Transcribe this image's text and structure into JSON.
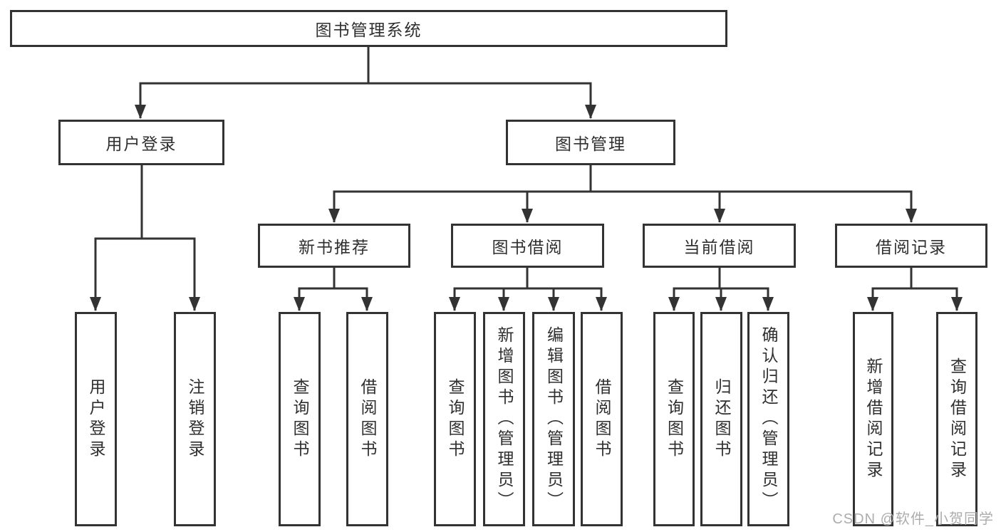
{
  "tree": {
    "root": {
      "label": "图书管理系统"
    },
    "branches": [
      {
        "label": "用户登录",
        "children": [
          {
            "label": "用户登录"
          },
          {
            "label": "注销登录"
          }
        ]
      },
      {
        "label": "图书管理",
        "sections": [
          {
            "label": "新书推荐",
            "children": [
              {
                "label": "查询图书"
              },
              {
                "label": "借阅图书"
              }
            ]
          },
          {
            "label": "图书借阅",
            "children": [
              {
                "label": "查询图书"
              },
              {
                "label": "新增图书（管理员）"
              },
              {
                "label": "编辑图书（管理员）"
              },
              {
                "label": "借阅图书"
              }
            ]
          },
          {
            "label": "当前借阅",
            "children": [
              {
                "label": "查询图书"
              },
              {
                "label": "归还图书"
              },
              {
                "label": "确认归还（管理员）"
              }
            ]
          },
          {
            "label": "借阅记录",
            "children": [
              {
                "label": "新增借阅记录"
              },
              {
                "label": "查询借阅记录"
              }
            ]
          }
        ]
      }
    ]
  },
  "watermark": {
    "text": "CSDN @软件_小贺同学"
  },
  "colors": {
    "line": "#333333",
    "text": "#2f2f2f",
    "watermark": "#adadad",
    "background": "#ffffff"
  }
}
